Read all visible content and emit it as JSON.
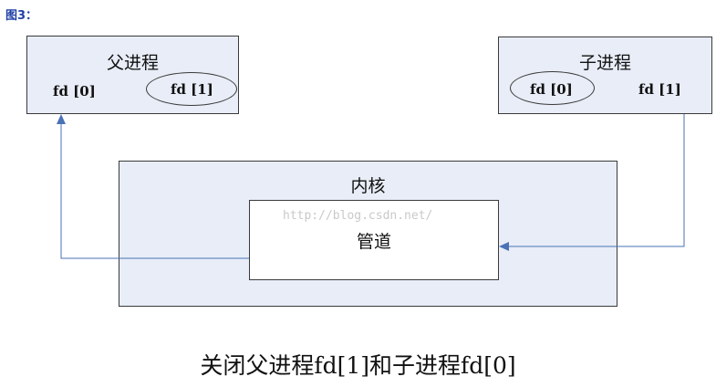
{
  "figure_label": "图3：",
  "parent": {
    "title": "父进程",
    "fd0": "fd [0]",
    "fd1": "fd [1]"
  },
  "child": {
    "title": "子进程",
    "fd0": "fd [0]",
    "fd1": "fd [1]"
  },
  "kernel": {
    "title": "内核",
    "pipe_label": "管道",
    "watermark": "http://blog.csdn.net/"
  },
  "caption": "关闭父进程fd[1]和子进程fd[0]",
  "colors": {
    "box_fill": "#e8edf7",
    "arrow": "#4a72b6",
    "figure_label": "#1f3fa6"
  }
}
